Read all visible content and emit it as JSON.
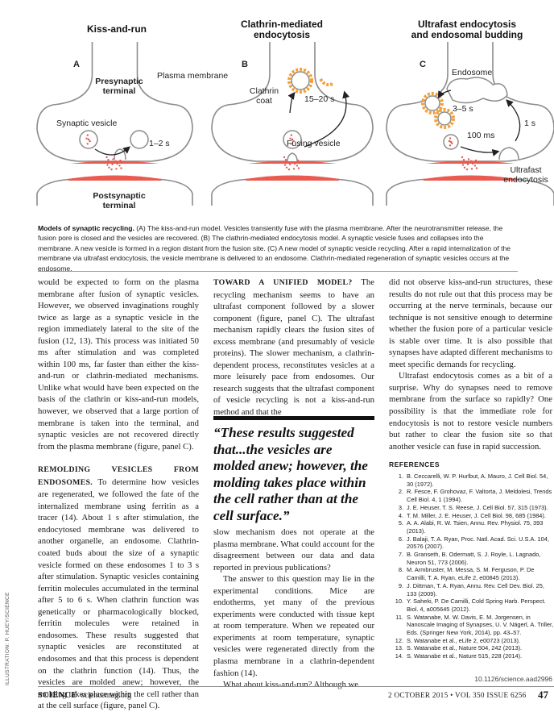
{
  "figure": {
    "panel_titles": [
      "Kiss-and-run",
      "Clathrin-mediated\nendocytosis",
      "Ultrafast endocytosis\nand endosomal budding"
    ],
    "panel_letters": [
      "A",
      "B",
      "C"
    ],
    "labels": {
      "plasma_membrane": "Plasma membrane",
      "presynaptic": "Presynaptic\nterminal",
      "synaptic_vesicle": "Synaptic vesicle",
      "time_a": "1–2 s",
      "postsynaptic": "Postsynaptic\nterminal",
      "clathrin_coat": "Clathrin\ncoat",
      "time_b": "15–20 s",
      "fusing_vesicle": "Fusing vesicle",
      "endosome": "Endosome",
      "time_c1": "3–5 s",
      "time_c2": "1 s",
      "time_c3": "100 ms",
      "ultrafast": "Ultrafast\nendocytosis"
    },
    "colors": {
      "membrane": "#8c8c8c",
      "synapse": "#e95a4f",
      "clathrin": "#f3a13b",
      "vesicle_dots": "#e45b50"
    }
  },
  "caption": {
    "title": "Models of synaptic recycling.",
    "body": " (A) The kiss-and-run model. Vesicles transiently fuse with the plasma membrane. After the neurotransmitter release, the fusion pore is closed and the vesicles are recovered. (B) The clathrin-mediated endocytosis model. A synaptic vesicle fuses and collapses into the membrane. A new vesicle is formed in a region distant from the fusion site. (C) A new model of synaptic vesicle recycling. After a rapid internalization of the membrane via ultrafast endocytosis, the vesicle membrane is delivered to an endosome. Clathrin-mediated regeneration of synaptic vesicles occurs at the endosome."
  },
  "col1": {
    "p1": "would be expected to form on the plasma membrane after fusion of synaptic vesicles. However, we observed invaginations roughly twice as large as a synaptic vesicle in the region immediately lateral to the site of the fusion (12, 13). This process was initiated 50 ms after stimulation and was completed within 100 ms, far faster than either the kiss-and-run or clathrin-mediated mechanisms. Unlike what would have been expected on the basis of the clathrin or kiss-and-run models, however, we observed that a large portion of membrane is taken into the terminal, and synaptic vesicles are not recovered directly from the plasma membrane (figure, panel C).",
    "h2": "REMOLDING VESICLES FROM ENDOSOMES.",
    "p2": " To determine how vesicles are regenerated, we followed the fate of the internalized membrane using ferritin as a tracer (14). About 1 s after stimulation, the endocytosed membrane was delivered to another organelle, an endosome. Clathrin-coated buds about the size of a synaptic vesicle formed on these endosomes 1 to 3 s after stimulation. Synaptic vesicles containing ferritin molecules accumulated in the terminal after 5 to 6 s. When clathrin function was genetically or pharmacologically blocked, ferritin molecules were retained in endosomes. These results suggested that synaptic vesicles are reconstituted at endosomes and that this process is dependent on the clathrin function (14). Thus, the vesicles are molded anew; however, the molding takes place within the cell rather than at the cell surface (figure, panel C)."
  },
  "col2": {
    "h1": "TOWARD A UNIFIED MODEL?",
    "p1": " The recycling mechanism seems to have an ultrafast component followed by a slower component (figure, panel C). The ultrafast mechanism rapidly clears the fusion sites of excess membrane (and presumably of vesicle proteins). The slower mechanism, a clathrin-dependent process, reconstitutes vesicles at a more leisurely pace from endosomes. Our research suggests that the ultrafast component of vesicle recycling is not a kiss-and-run method and that the",
    "pullquote": "“These results suggested that...the vesicles are molded anew; however, the molding takes place within the cell rather than at the cell surface.”",
    "p2": "slow mechanism does not operate at the plasma membrane. What could account for the disagreement between our data and data reported in previous publications?",
    "p3": "The answer to this question may lie in the experimental conditions. Mice are endotherms, yet many of the previous experiments were conducted with tissue kept at room temperature. When we repeated our experiments at room temperature, synaptic vesicles were regenerated directly from the plasma membrane in a clathrin-dependent fashion (14).",
    "p4": "What about kiss-and-run? Although we"
  },
  "col3": {
    "p1": "did not observe kiss-and-run structures, these results do not rule out that this process may be occurring at the nerve terminals, because our technique is not sensitive enough to determine whether the fusion pore of a particular vesicle is stable over time. It is also possible that synapses have adapted different mechanisms to meet specific demands for recycling.",
    "p2": "Ultrafast endocytosis comes as a bit of a surprise. Why do synapses need to remove membrane from the surface so rapidly? One possibility is that the immediate role for endocytosis is not to restore vesicle numbers but rather to clear the fusion site so that another vesicle can fuse in rapid succession."
  },
  "references": {
    "title": "REFERENCES",
    "items": [
      "B. Ceccarelli, W. P. Hurlbut, A. Mauro, J. Cell Biol. 54, 30 (1972).",
      "R. Fesce, F. Grohovaz, F. Valtorta, J. Meldolesi, Trends Cell Biol. 4, 1 (1994).",
      "J. E. Heuser, T. S. Reese, J. Cell Biol. 57, 315 (1973).",
      "T. M. Miller, J. E. Heuser, J. Cell Biol. 98, 685 (1984).",
      "A. A. Alabi, R. W. Tsien, Annu. Rev. Physiol. 75, 393 (2013).",
      "J. Balaji, T. A. Ryan, Proc. Natl. Acad. Sci. U.S.A. 104, 20576 (2007).",
      "B. Granseth, B. Odermatt, S. J. Royle, L. Lagnado, Neuron 51, 773 (2006).",
      "M. Armbruster, M. Messa, S. M. Ferguson, P. De Camilli, T. A. Ryan, eLife 2, e00845 (2013).",
      "J. Dittman, T. A. Ryan, Annu. Rev. Cell Dev. Biol. 25, 133 (2009).",
      "Y. Saheki, P. De Camilli, Cold Spring Harb. Perspect. Biol. 4, a005645 (2012).",
      "S. Watanabe, M. W. Davis, E. M. Jorgensen, in Nanoscale Imaging of Synapses, U. V. Nägerl, A. Triller, Eds. (Springer New York, 2014), pp. 43–57.",
      "S. Watanabe et al., eLife 2, e00723 (2013).",
      "S. Watanabe et al., Nature 504, 242 (2013).",
      "S. Watanabe et al., Nature 515, 228 (2014)."
    ]
  },
  "doi": "10.1126/science.aad2996",
  "credit": "ILLUSTRATION: P. HUEY/SCIENCE",
  "footer": {
    "journal": "SCIENCE",
    "site": "sciencemag.org",
    "issue": "2 OCTOBER 2015 • VOL 350 ISSUE 6256",
    "page": "47"
  }
}
